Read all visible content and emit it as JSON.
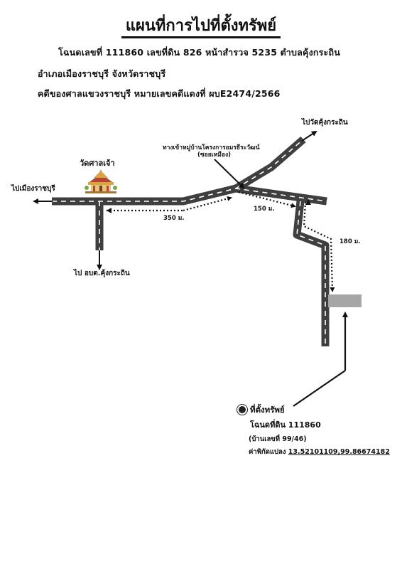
{
  "header": {
    "title": "แผนที่การไปที่ตั้งทรัพย์",
    "line1": "โฉนดเลขที่  111860  เลขที่ดิน  826  หน้าสำรวจ  5235  ตำบลคุ้งกระถิน",
    "line2": "อำเภอเมืองราชบุรี   จังหวัดราชบุรี",
    "line3": "คดีของศาลแขวงราชบุรี  หมายเลขคดีแดงที่ ผบE2474/2566"
  },
  "map": {
    "to_city": "ไปเมืองราชบุรี",
    "temple": "วัดศาลเจ้า",
    "to_school": "ไป อบต.คุ้งกระถิน",
    "to_temple_kung": "ไปวัดคุ้งกระถิน",
    "entrance_line1": "ทางเข้าหมู่บ้านโครงการอมรธีระวัฒน์",
    "entrance_line2": "(ซอยเหมือง)",
    "dist_350": "350 ม.",
    "dist_150": "150 ม.",
    "dist_180": "180 ม."
  },
  "property": {
    "title": "ที่ตั้งทรัพย์",
    "deed": "โฉนดที่ดิน 111860",
    "house": "(บ้านเลขที่ 99/46)",
    "coord_label": "ค่าพิกัดแปลง ",
    "coord_value": "13.52101109,99.86674182"
  },
  "colors": {
    "road": "#3f3f3f",
    "road_dash": "#ffffff",
    "plot": "#a6a6a6",
    "temple_gold": "#d9a441",
    "temple_red": "#b5452f"
  },
  "icons": [
    "temple-icon",
    "arrow-icon",
    "bullet-icon"
  ]
}
